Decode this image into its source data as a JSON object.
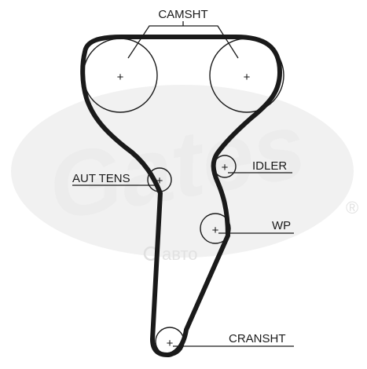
{
  "diagram": {
    "labels": {
      "camshaft": "CAMSHT",
      "idler": "IDLER",
      "auto_tensioner": "AUT TENS",
      "water_pump": "WP",
      "crankshaft": "CRANSHT"
    },
    "pulley_marker": "+",
    "watermark": {
      "brand": "Gates",
      "registered_mark": "®",
      "site": "авто"
    }
  }
}
